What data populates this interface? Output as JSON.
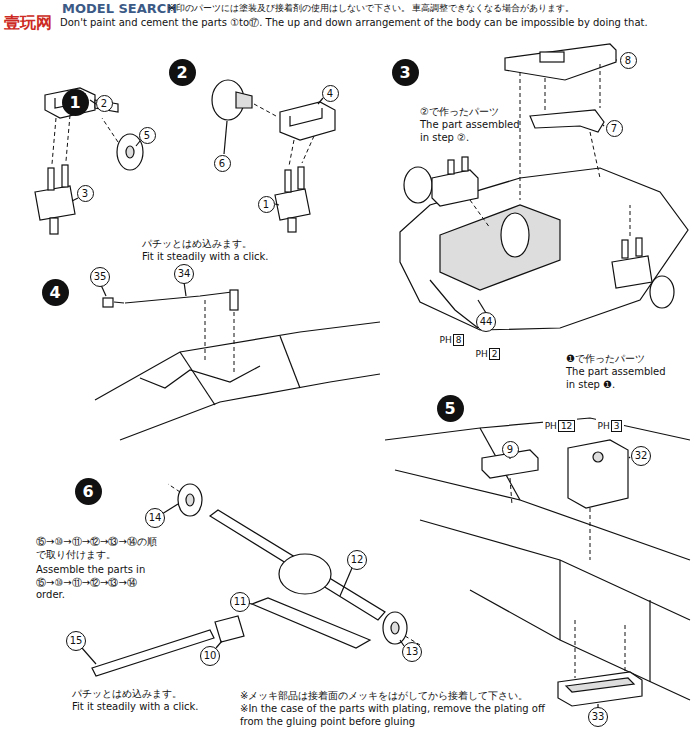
{
  "diagram": {
    "nodes": [
      {
        "text": [
          "1"
        ]
      },
      {
        "text": [
          "2"
        ]
      },
      {
        "text": [
          "5"
        ]
      },
      {
        "text": [
          "3"
        ]
      },
      {
        "text": [
          "2"
        ]
      },
      {
        "text": [
          "4"
        ]
      },
      {
        "text": [
          "6"
        ]
      },
      {
        "text": [
          "1"
        ]
      },
      {
        "text": [
          "3"
        ]
      },
      {
        "text": [
          "8"
        ]
      },
      {
        "text": [
          "7"
        ]
      },
      {
        "text": [
          "44"
        ]
      },
      {
        "text": [
          "PH",
          "8"
        ]
      },
      {
        "text": [
          "PH",
          "2"
        ]
      },
      {
        "text": [
          "4"
        ]
      },
      {
        "text": [
          "35"
        ]
      },
      {
        "text": [
          "34"
        ]
      },
      {
        "text": [
          "5"
        ]
      },
      {
        "text": [
          "9"
        ]
      },
      {
        "text": [
          "PH",
          "12"
        ]
      },
      {
        "text": [
          "PH",
          "3"
        ]
      },
      {
        "text": [
          "32"
        ]
      },
      {
        "text": [
          "33"
        ]
      },
      {
        "text": [
          "6"
        ]
      },
      {
        "text": [
          "14"
        ]
      },
      {
        "text": [
          "12"
        ]
      },
      {
        "text": [
          "11"
        ]
      },
      {
        "text": [
          "13"
        ]
      },
      {
        "text": [
          "10"
        ]
      },
      {
        "text": [
          "15"
        ]
      }
    ],
    "labels": [
      "MODEL SEARCH",
      "壹玩网",
      "※印のパーツには塗装及び接着剤の使用はしないで下さい。 車高調整できなくなる場合があります。",
      "Don't paint and cement the parts ①to⑰. The up and down arrangement of the body can be impossible by doing that.",
      "パチッとはめ込みます。",
      "Fit it steadily with a click.",
      "②で作ったパーツ",
      "The part assembled in step ②.",
      "❶で作ったパーツ",
      "The part assembled in step ❶.",
      "⑮→⑩→⑪→⑫→⑬→⑭の順で取り付けます。",
      "Assemble the parts in ⑮→⑩→⑪→⑫→⑬→⑭ order.",
      "パチッとはめ込みます。",
      "Fit it steadily with a click.",
      "※メッキ部品は接着面のメッキをはがしてから接着して下さい。",
      "※In the case of the parts with plating, remove the plating off from the gluing point before gluing"
    ]
  }
}
